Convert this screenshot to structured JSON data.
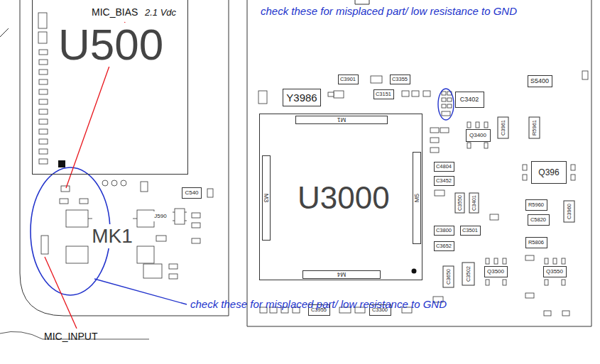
{
  "diagram": {
    "nodes": [
      {
        "text": [
          "U500"
        ]
      },
      {
        "text": [
          "MK1"
        ]
      },
      {
        "text": [
          "Y3986"
        ]
      },
      {
        "text": [
          "M1",
          "M3",
          "U3000",
          "M5",
          "M4"
        ]
      },
      {
        "text": [
          "C3901"
        ]
      },
      {
        "text": [
          "C3355"
        ]
      },
      {
        "text": [
          "C3151"
        ]
      },
      {
        "text": [
          "C3402"
        ]
      },
      {
        "text": [
          "S5400"
        ]
      },
      {
        "text": [
          "Q3400"
        ]
      },
      {
        "text": [
          "C3961"
        ]
      },
      {
        "text": [
          "R5961"
        ]
      },
      {
        "text": [
          "Q396"
        ]
      },
      {
        "text": [
          "R5960"
        ]
      },
      {
        "text": [
          "C5820"
        ]
      },
      {
        "text": [
          "R5806"
        ]
      },
      {
        "text": [
          "C3960"
        ]
      },
      {
        "text": [
          "C4804"
        ]
      },
      {
        "text": [
          "C3452"
        ]
      },
      {
        "text": [
          "C3550"
        ]
      },
      {
        "text": [
          "C3401"
        ]
      },
      {
        "text": [
          "C3800"
        ]
      },
      {
        "text": [
          "C3501"
        ]
      },
      {
        "text": [
          "C3652"
        ]
      },
      {
        "text": [
          "C3650"
        ]
      },
      {
        "text": [
          "C3502"
        ]
      },
      {
        "text": [
          "Q3500"
        ]
      },
      {
        "text": [
          "Q3550"
        ]
      },
      {
        "text": [
          "C3955"
        ]
      },
      {
        "text": [
          "C3300"
        ]
      },
      {
        "text": [
          "C540"
        ]
      },
      {
        "text": [
          "J590"
        ]
      }
    ],
    "labels": [
      "MIC_BIAS",
      "2.1 Vdc",
      "check these for misplaced part/ low resistance to GND",
      "check these for misplaced part/ low resistance to GND",
      "MIC_INPUT"
    ]
  }
}
